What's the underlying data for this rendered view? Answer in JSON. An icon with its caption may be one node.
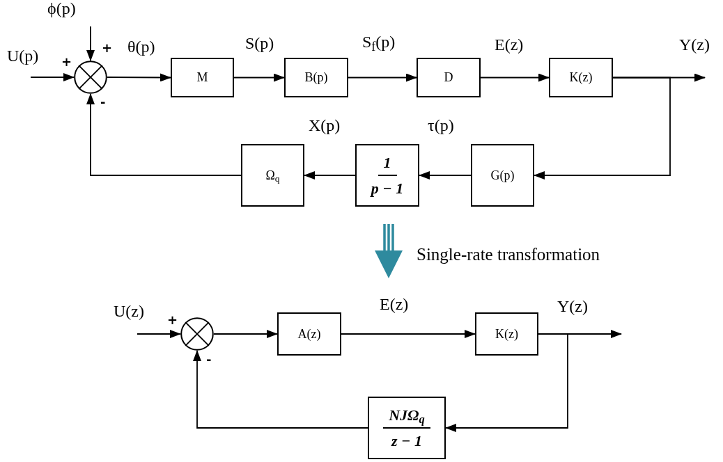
{
  "diagram": {
    "nodes": [
      {
        "text": [],
        "shape": "circle"
      },
      {
        "text": [
          "M"
        ]
      },
      {
        "text": [
          "B(p)"
        ]
      },
      {
        "text": [
          "D"
        ]
      },
      {
        "text": [
          "K(z)"
        ]
      },
      {
        "text": [
          "G(p)"
        ]
      },
      {
        "text": [
          "1",
          "p − 1"
        ]
      },
      {
        "text": [
          "Ω$_{q}$"
        ]
      },
      {
        "text": [],
        "shape": "circle"
      },
      {
        "text": [
          "A(z)"
        ]
      },
      {
        "text": [
          "K(z)"
        ]
      },
      {
        "text": [
          "NJΩ$_{q}$",
          "z − 1"
        ]
      }
    ],
    "edges": [
      {
        "from": null,
        "to": 0,
        "arrow": "to",
        "label": "U(p)"
      },
      {
        "from": null,
        "to": 0,
        "arrow": "to",
        "label": "ϕ(p)"
      },
      {
        "from": 0,
        "to": 1,
        "arrow": "to",
        "label": "θ(p)"
      },
      {
        "from": 1,
        "to": 2,
        "arrow": "to",
        "label": "S(p)"
      },
      {
        "from": 2,
        "to": 3,
        "arrow": "to",
        "label": "S$_{f}$(p)"
      },
      {
        "from": 3,
        "to": 4,
        "arrow": "to",
        "label": "E(z)"
      },
      {
        "from": 4,
        "to": null,
        "arrow": "to",
        "label": "Y(z)"
      },
      {
        "from": 4,
        "to": 5,
        "arrow": "to"
      },
      {
        "from": 5,
        "to": 6,
        "arrow": "to",
        "label": "τ(p)"
      },
      {
        "from": 6,
        "to": 7,
        "arrow": "to",
        "label": "X(p)"
      },
      {
        "from": 7,
        "to": 0,
        "arrow": "to"
      },
      {
        "from": null,
        "to": 8,
        "arrow": "to",
        "label": "U(z)"
      },
      {
        "from": 8,
        "to": 9,
        "arrow": "to"
      },
      {
        "from": 9,
        "to": 10,
        "arrow": "to",
        "label": "E(z)"
      },
      {
        "from": 10,
        "to": null,
        "arrow": "to",
        "label": "Y(z)"
      },
      {
        "from": 10,
        "to": 11,
        "arrow": "to"
      },
      {
        "from": 11,
        "to": 8,
        "arrow": "to"
      }
    ],
    "labels": [
      "+",
      "+",
      "-",
      "Single-rate transformation",
      "+",
      "-"
    ]
  }
}
